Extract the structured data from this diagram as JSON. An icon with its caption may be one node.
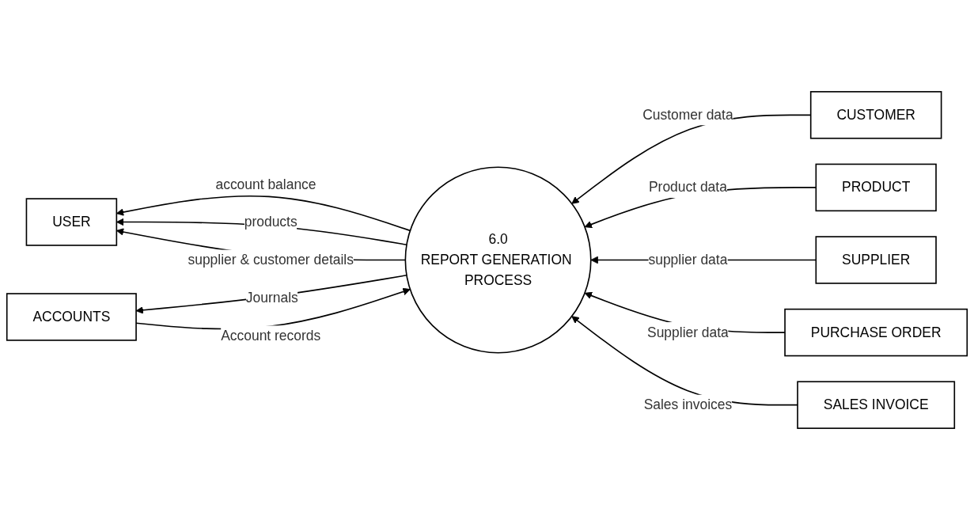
{
  "diagram": {
    "nodes": [
      {
        "text": [
          "USER"
        ]
      },
      {
        "text": [
          "6.0",
          "REPORT GENERATION PROCESS"
        ]
      },
      {
        "text": [
          "CUSTOMER"
        ]
      },
      {
        "text": [
          "PRODUCT"
        ]
      },
      {
        "text": [
          "SUPPLIER"
        ]
      },
      {
        "text": [
          "PURCHASE ORDER"
        ]
      },
      {
        "text": [
          "SALES INVOICE"
        ]
      },
      {
        "text": [
          "ACCOUNTS"
        ]
      }
    ],
    "edges": [
      {
        "from": 1,
        "to": 0,
        "arrow": "to",
        "label": "account balance"
      },
      {
        "from": 1,
        "to": 0,
        "arrow": "to",
        "label": "products"
      },
      {
        "from": 1,
        "to": 0,
        "arrow": "to",
        "label": "supplier & customer details"
      },
      {
        "from": 2,
        "to": 1,
        "arrow": "to",
        "label": "Customer data"
      },
      {
        "from": 3,
        "to": 1,
        "arrow": "to",
        "label": "Product data"
      },
      {
        "from": 4,
        "to": 1,
        "arrow": "to",
        "label": "supplier data"
      },
      {
        "from": 5,
        "to": 1,
        "arrow": "to",
        "label": "Supplier data"
      },
      {
        "from": 6,
        "to": 1,
        "arrow": "to",
        "label": "Sales invoices"
      },
      {
        "from": 1,
        "to": 7,
        "arrow": "to",
        "label": "Journals"
      },
      {
        "from": 7,
        "to": 1,
        "arrow": "to",
        "label": "Account records"
      }
    ]
  }
}
